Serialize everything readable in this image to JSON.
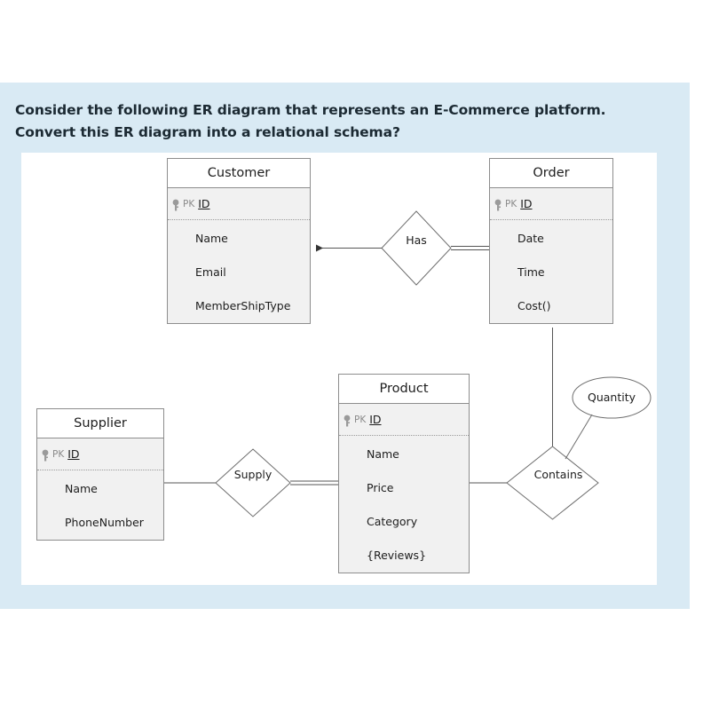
{
  "question": {
    "text": "Consider the following ER diagram that represents an E-Commerce platform. Convert this ER diagram into a relational schema?"
  },
  "theme": {
    "panel_background": "#d9eaf4",
    "canvas_background": "#ffffff",
    "entity_fill": "#f1f1f1",
    "entity_header_fill": "#ffffff",
    "stroke": "#8d8d8d",
    "text": "#1d1d1d",
    "pk_label_color": "#8a8a8a"
  },
  "diagram": {
    "type": "er-diagram",
    "entities": [
      {
        "name": "Customer",
        "pk_marker": "PK",
        "pk_attribute": "ID",
        "attributes": [
          "Name",
          "Email",
          "MemberShipType"
        ]
      },
      {
        "name": "Order",
        "pk_marker": "PK",
        "pk_attribute": "ID",
        "attributes": [
          "Date",
          "Time",
          "Cost()"
        ]
      },
      {
        "name": "Product",
        "pk_marker": "PK",
        "pk_attribute": "ID",
        "attributes": [
          "Name",
          "Price",
          "Category",
          "{Reviews}"
        ]
      },
      {
        "name": "Supplier",
        "pk_marker": "PK",
        "pk_attribute": "ID",
        "attributes": [
          "Name",
          "PhoneNumber"
        ]
      }
    ],
    "relationships": [
      {
        "name": "Has",
        "from": "Order",
        "to": "Customer",
        "from_line": "double",
        "to_line": "single-arrow"
      },
      {
        "name": "Supply",
        "from": "Supplier",
        "to": "Product",
        "from_line": "single",
        "to_line": "double"
      },
      {
        "name": "Contains",
        "from": "Order",
        "to": "Product",
        "from_line": "single",
        "to_line": "single"
      }
    ],
    "relationship_attributes": [
      {
        "name": "Quantity",
        "shape": "ellipse",
        "attached_to": "Contains"
      }
    ]
  }
}
